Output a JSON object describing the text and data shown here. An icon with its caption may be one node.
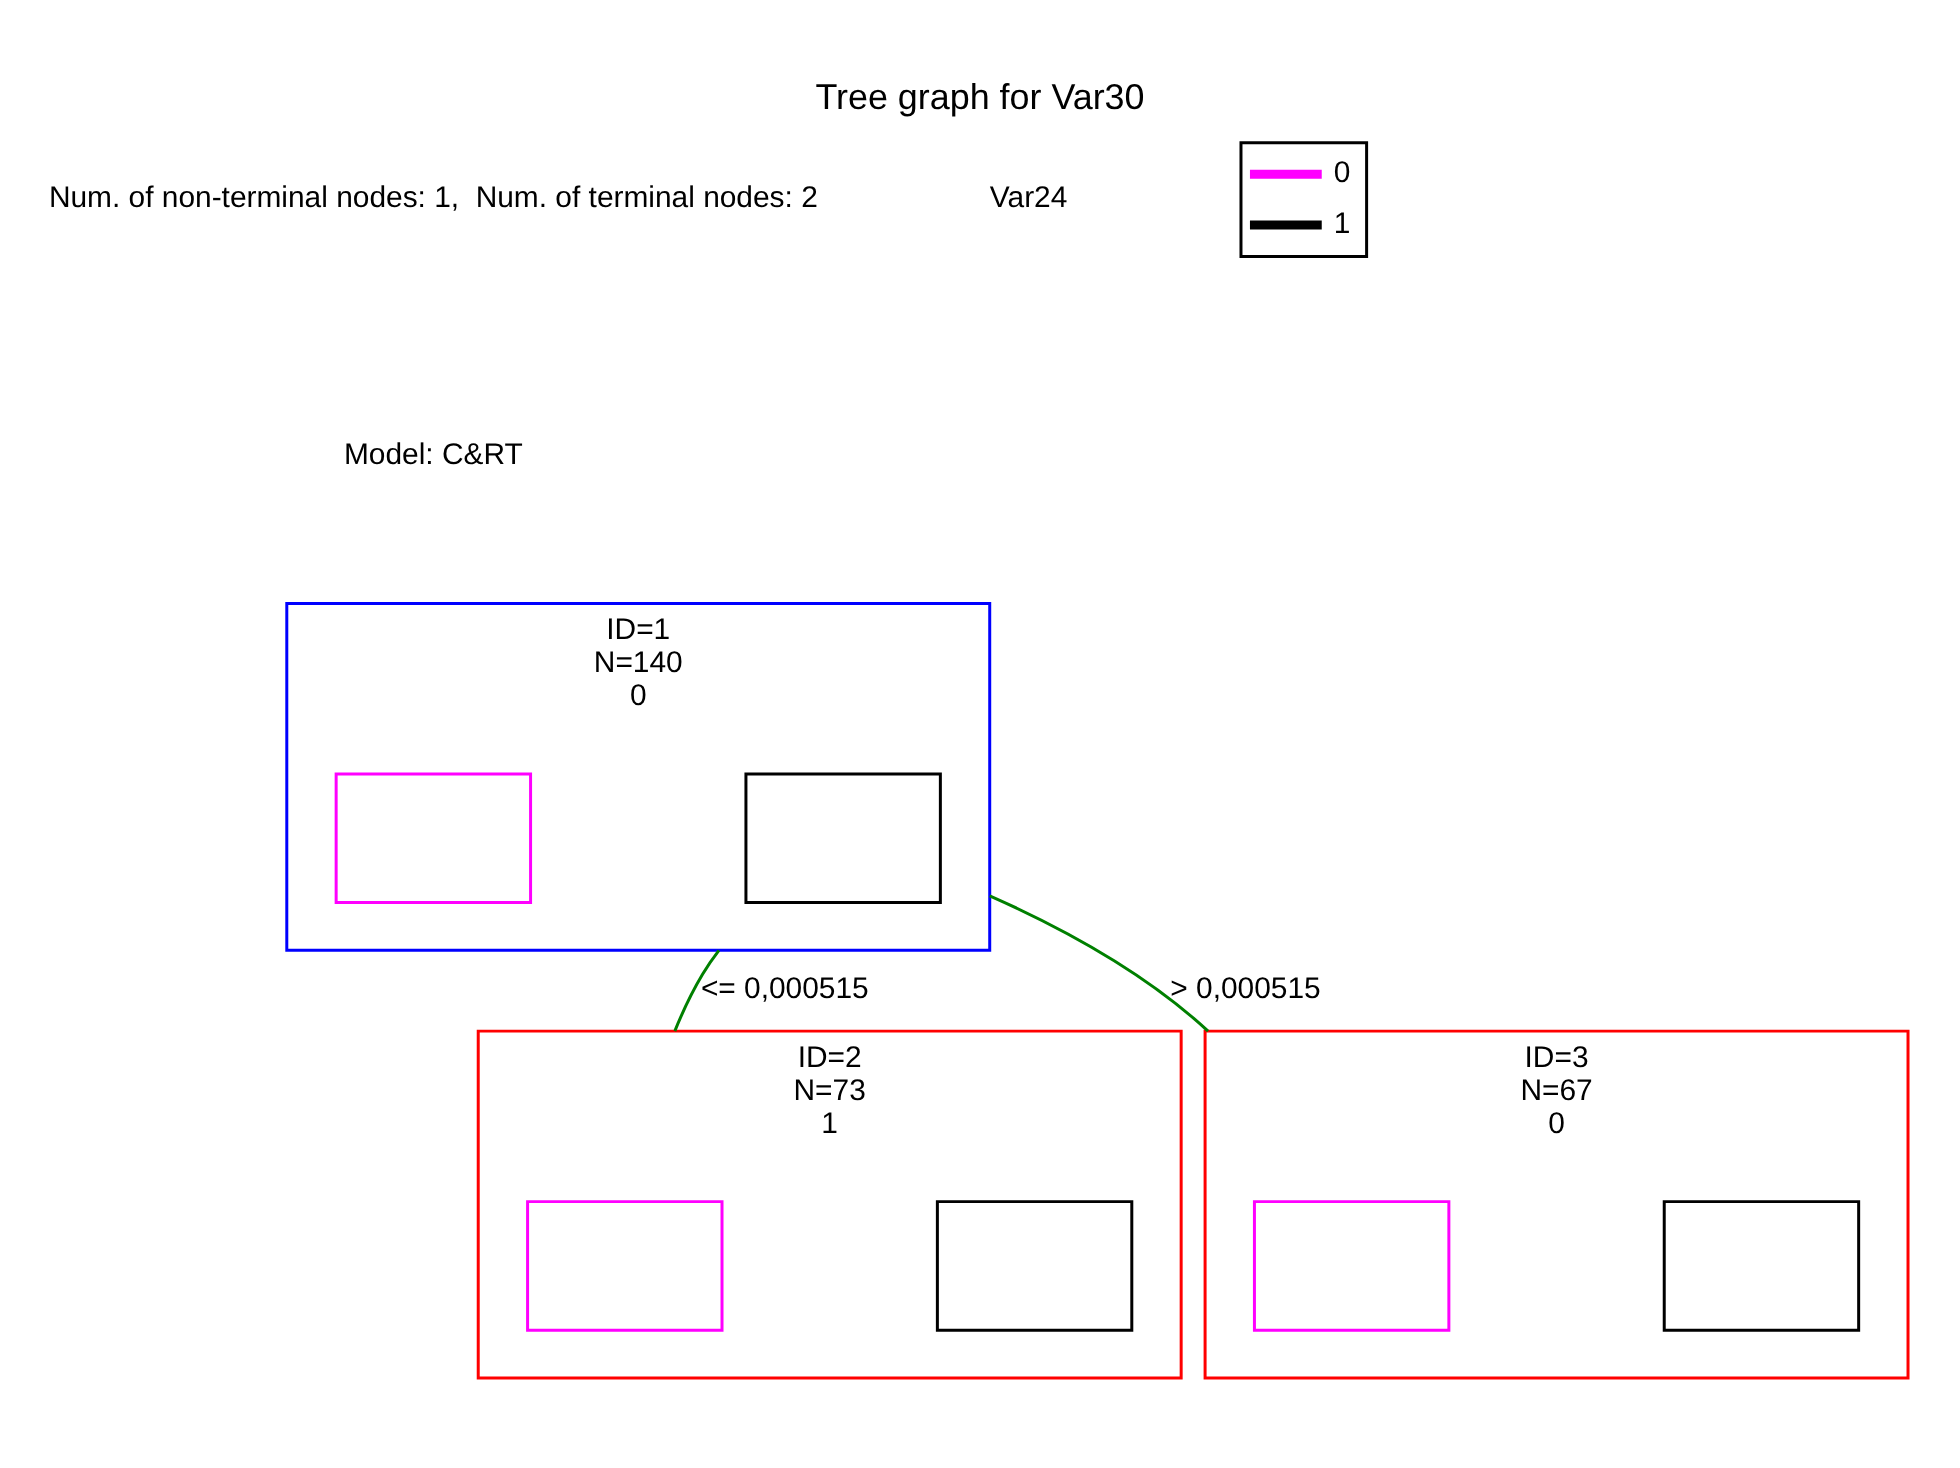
{
  "diagram": {
    "title": "Tree graph for Var30",
    "nodes": [
      {
        "text": [
          "ID=1",
          "N=140",
          "0"
        ]
      },
      {
        "text": [],
        "shape": "bar",
        "in": 0
      },
      {
        "text": [],
        "shape": "bar",
        "in": 0
      },
      {
        "text": [
          "ID=2",
          "N=73",
          "1"
        ]
      },
      {
        "text": [],
        "shape": "bar",
        "in": 3
      },
      {
        "text": [],
        "shape": "bar",
        "in": 3
      },
      {
        "text": [
          "ID=3",
          "N=67",
          "0"
        ]
      },
      {
        "text": [],
        "shape": "bar",
        "in": 6
      },
      {
        "text": [],
        "shape": "bar",
        "in": 6
      }
    ],
    "edges": [
      {
        "from": 0,
        "to": 3,
        "arrow": "none",
        "label": "<= 0,000515",
        "color": "#008000"
      },
      {
        "from": 0,
        "to": 6,
        "arrow": "none",
        "label": "> 0,000515",
        "color": "#008000"
      }
    ],
    "labels": [
      "Num. of non-terminal nodes: 1,  Num. of terminal nodes: 2",
      "Model: C&RT",
      "Var24"
    ],
    "legend": [
      {
        "text": "0",
        "color": "#ff00ff"
      },
      {
        "text": "1",
        "color": "#000000"
      }
    ]
  }
}
